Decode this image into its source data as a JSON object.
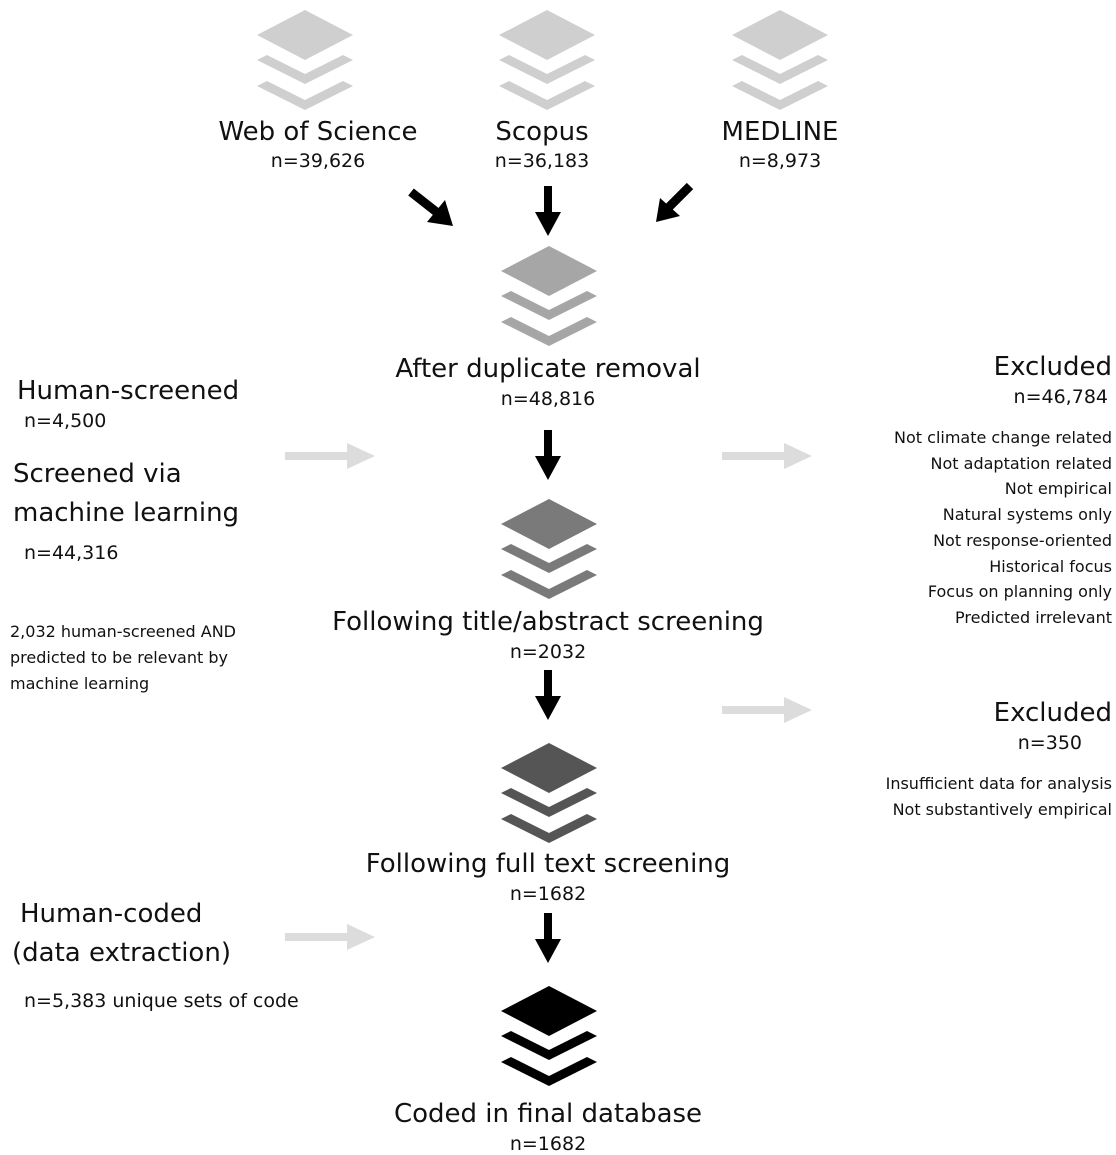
{
  "sources": [
    {
      "name": "Web of Science",
      "n": "n=39,626",
      "color": "#cfcfcf"
    },
    {
      "name": "Scopus",
      "n": "n=36,183",
      "color": "#cfcfcf"
    },
    {
      "name": "MEDLINE",
      "n": "n=8,973",
      "color": "#cfcfcf"
    }
  ],
  "stages": [
    {
      "name": "After duplicate removal",
      "n": "n=48,816",
      "color": "#a6a6a6"
    },
    {
      "name": "Following title/abstract screening",
      "n": "n=2032",
      "color": "#7a7a7a"
    },
    {
      "name": "Following full text screening",
      "n": "n=1682",
      "color": "#555555"
    },
    {
      "name": "Coded in final database",
      "n": "n=1682",
      "color": "#000000"
    }
  ],
  "left": {
    "human_screened": {
      "title": "Human-screened",
      "n": "n=4,500"
    },
    "ml_screened": {
      "title_line1": "Screened via",
      "title_line2": "machine learning",
      "n": "n=44,316"
    },
    "note": {
      "line1": "2,032 human-screened AND",
      "line2": "predicted to be relevant by",
      "line3": "machine learning"
    },
    "human_coded": {
      "title_line1": "Human-coded",
      "title_line2": "(data extraction)",
      "n": "n=5,383 unique sets of code"
    }
  },
  "excluded_1": {
    "title": "Excluded",
    "n": "n=46,784",
    "reasons": [
      "Not climate change related",
      "Not adaptation related",
      "Not empirical",
      "Natural systems only",
      "Not response-oriented",
      "Historical focus",
      "Focus on planning only",
      "Predicted irrelevant"
    ]
  },
  "excluded_2": {
    "title": "Excluded",
    "n": "n=350",
    "reasons": [
      "Insufficient data for analysis",
      "Not substantively empirical"
    ]
  },
  "colors": {
    "gray_arrow": "#dcdcdc",
    "black_arrow": "#000000"
  }
}
